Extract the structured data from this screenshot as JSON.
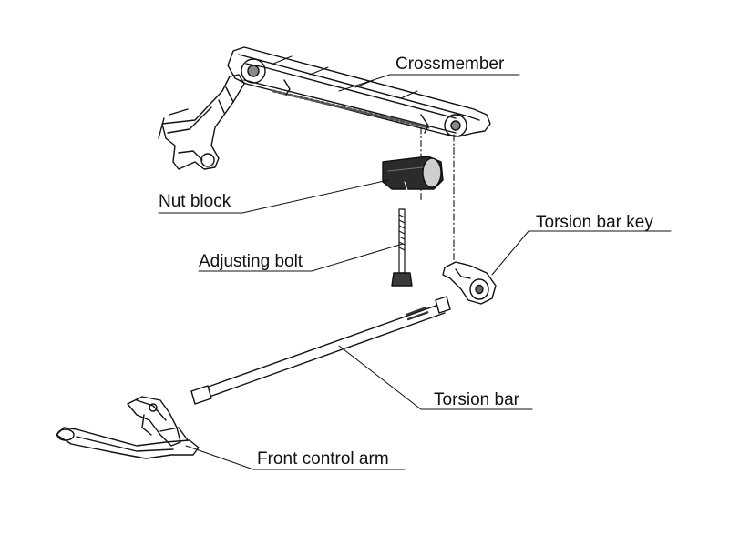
{
  "diagram": {
    "labels": {
      "crossmember": "Crossmember",
      "nut_block": "Nut block",
      "torsion_bar_key": "Torsion bar key",
      "adjusting_bolt": "Adjusting bolt",
      "torsion_bar": "Torsion bar",
      "front_control_arm": "Front control arm"
    },
    "colors": {
      "ink": "#111111",
      "part_shade": "#9a9a9a",
      "nut_block_fill": "#2b2b2b",
      "background": "#ffffff"
    }
  }
}
